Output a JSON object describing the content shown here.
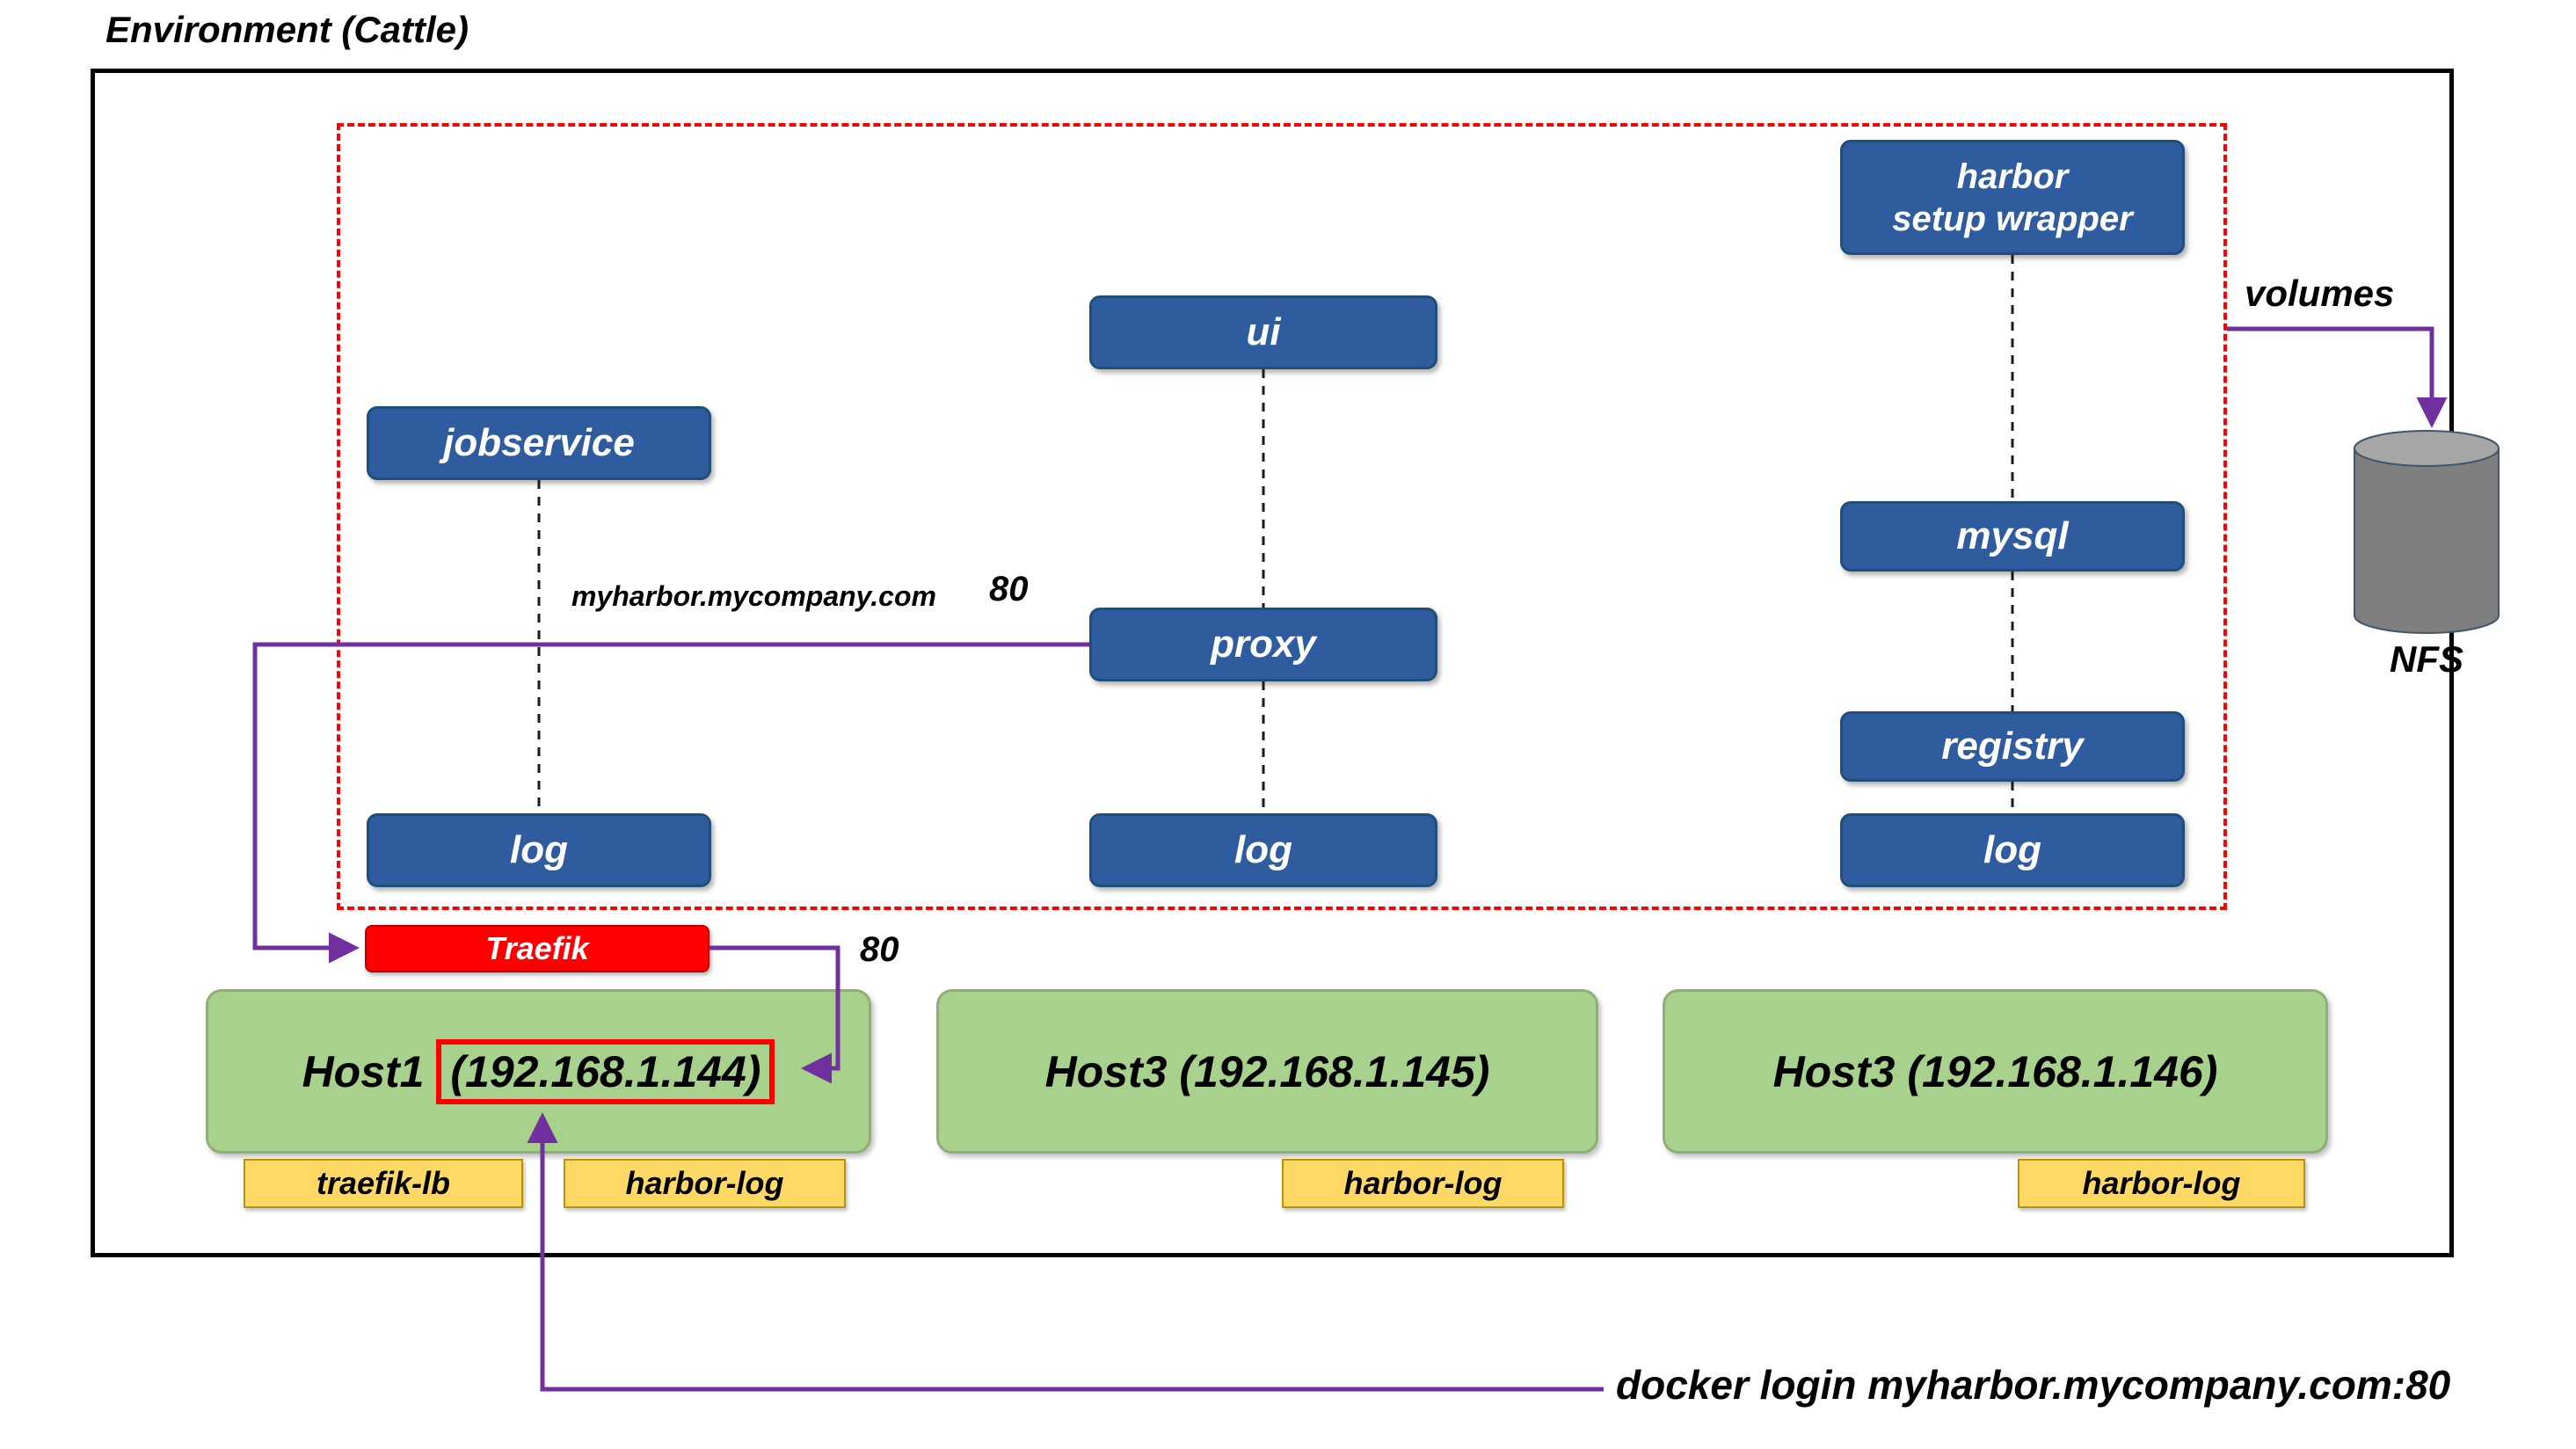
{
  "title": "Environment (Cattle)",
  "colors": {
    "service_blue": "#2E5C9E",
    "service_border": "#1F4E79",
    "host_green": "#A9D18E",
    "tag_yellow": "#FFD966",
    "traefik_red": "#FF0000",
    "boundary_dashed_red": "#FF0000",
    "arrow_purple": "#7030A0",
    "cylinder_gray": "#7F7F7F"
  },
  "cluster": {
    "services": {
      "jobservice": "jobservice",
      "ui": "ui",
      "proxy": "proxy",
      "log_left": "log",
      "log_middle": "log",
      "log_right": "log",
      "harbor_setup_wrapper": {
        "line1": "harbor",
        "line2": "setup wrapper"
      },
      "mysql": "mysql",
      "registry": "registry"
    }
  },
  "edges": {
    "route_domain": "myharbor.mycompany.com",
    "route_port": "80",
    "traefik_to_host_port": "80",
    "volumes_label": "volumes"
  },
  "traefik_label": "Traefik",
  "storage": {
    "nfs_label": "NFS"
  },
  "hosts": [
    {
      "name": "Host1 ",
      "ip_boxed": "(192.168.1.144)",
      "tags": [
        "traefik-lb",
        "harbor-log"
      ]
    },
    {
      "name": "Host3 (192.168.1.145)",
      "tags": [
        "harbor-log"
      ]
    },
    {
      "name": "Host3 (192.168.1.146)",
      "tags": [
        "harbor-log"
      ]
    }
  ],
  "annotations": {
    "docker_login": "docker login myharbor.mycompany.com:80"
  }
}
